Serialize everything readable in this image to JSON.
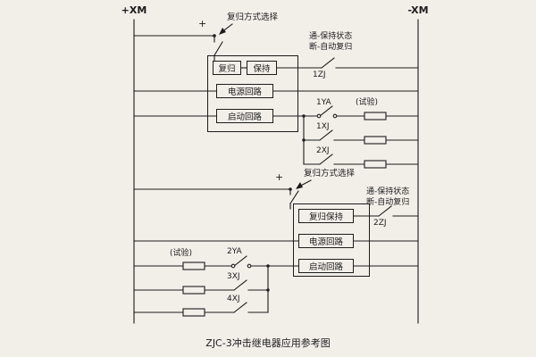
{
  "colors": {
    "background": "#f2efe9",
    "line": "#1c1c1c"
  },
  "buses": {
    "left_label": "+XM",
    "right_label": "-XM"
  },
  "relay1": {
    "plus": "+",
    "selector_label": "复归方式选择",
    "mode_on": "通-保持状态",
    "mode_off": "断-自动复归",
    "output_contact": "1ZJ",
    "blocks": {
      "reset": "复归",
      "hold": "保持",
      "power": "电源回路",
      "start": "启动回路"
    },
    "branches": [
      {
        "contact": "1YA",
        "note": "(试验)"
      },
      {
        "contact": "1XJ"
      },
      {
        "contact": "2XJ"
      }
    ]
  },
  "relay2": {
    "plus": "+",
    "selector_label": "复归方式选择",
    "mode_on": "通-保持状态",
    "mode_off": "断-自动复归",
    "output_contact": "2ZJ",
    "blocks": {
      "reset_hold": "复归保持",
      "power": "电源回路",
      "start": "启动回路"
    },
    "branches": [
      {
        "note": "(试验)",
        "contact": "2YA"
      },
      {
        "contact": "3XJ"
      },
      {
        "contact": "4XJ"
      }
    ]
  },
  "caption": "ZJC-3冲击继电器应用参考图"
}
